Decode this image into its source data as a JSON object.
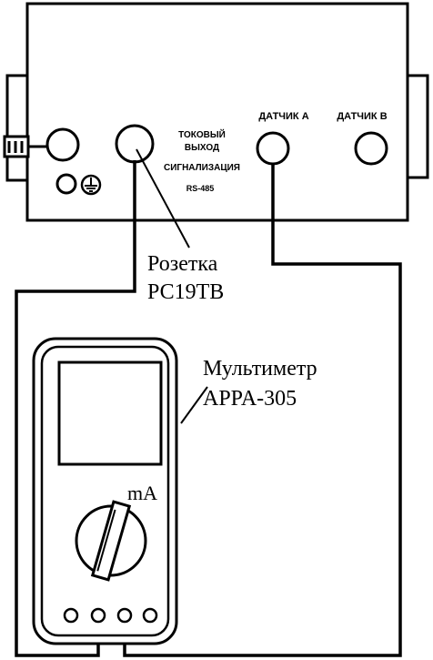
{
  "device": {
    "labels": {
      "current_output_line1": "ТОКОВЫЙ",
      "current_output_line2": "ВЫХОД",
      "alarm": "СИГНАЛИЗАЦИЯ",
      "rs485": "RS-485",
      "sensor_a": "ДАТЧИК A",
      "sensor_b": "ДАТЧИК B"
    }
  },
  "socket": {
    "line1": "Розетка",
    "line2": "РС19ТВ"
  },
  "multimeter": {
    "line1": "Мультиметр",
    "line2": "APPA-305",
    "range_label": "mA"
  },
  "colors": {
    "ink": "#000000",
    "paper": "#ffffff"
  }
}
